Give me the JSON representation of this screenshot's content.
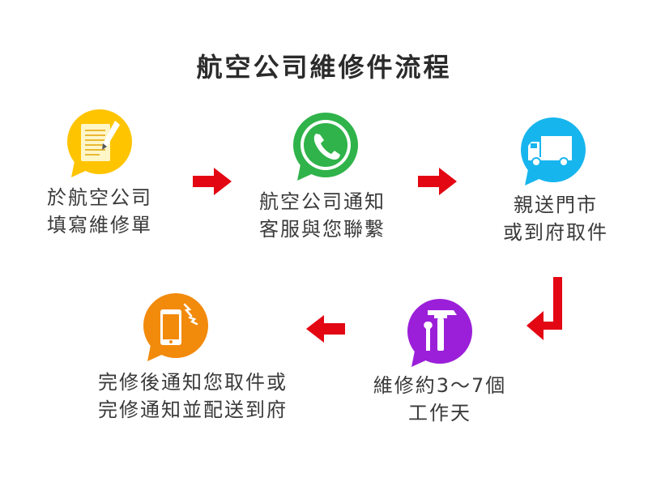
{
  "title": "航空公司維修件流程",
  "colors": {
    "arrow": "#e30613",
    "step1": "#ffc400",
    "step2": "#2fb34a",
    "step3": "#17b5ee",
    "step4": "#9b1fd9",
    "step5": "#f28a0c"
  },
  "steps": [
    {
      "icon": "document-icon",
      "lines": [
        "於航空公司",
        "填寫維修單"
      ]
    },
    {
      "icon": "phone-icon",
      "lines": [
        "航空公司通知",
        "客服與您聯繫"
      ]
    },
    {
      "icon": "truck-icon",
      "lines": [
        "親送門市",
        "或到府取件"
      ]
    },
    {
      "icon": "tools-icon",
      "lines": [
        "維修約3～7個",
        "工作天"
      ]
    },
    {
      "icon": "mobile-phone-icon",
      "lines": [
        "完修後通知您取件或",
        "完修通知並配送到府"
      ]
    }
  ]
}
